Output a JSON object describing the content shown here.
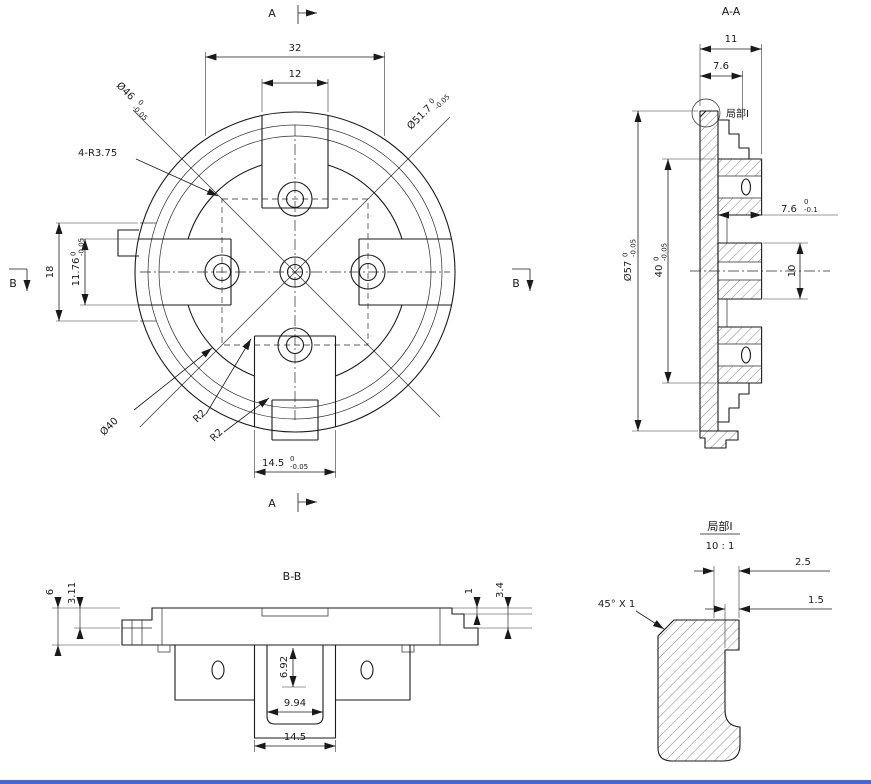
{
  "page": {
    "bottom_bar_color": "#4668d6"
  },
  "front_view": {
    "marker_top": "A",
    "marker_bottom": "A",
    "marker_left": "B",
    "marker_right": "B",
    "dim_32": "32",
    "dim_12": "12",
    "dia46": "Ø46",
    "dia46_tu": "0",
    "dia46_tl": "-0.05",
    "dia517": "Ø51.7",
    "dia517_tu": "0",
    "dia517_tl": "-0.05",
    "fillet_note": "4-R3.75",
    "dim_18": "18",
    "dim_1176": "11.76",
    "dim_1176_tu": "0",
    "dim_1176_tl": "-0.05",
    "dia40": "Ø40",
    "r2_first": "R2",
    "r2_second": "R2",
    "dim_145": "14.5",
    "dim_145_tu": "0",
    "dim_145_tl": "-0.05"
  },
  "section_aa": {
    "title": "A-A",
    "dim_11": "11",
    "dim_76": "7.6",
    "detail_label": "局部I",
    "dia57": "Ø57",
    "dia57_tu": "0",
    "dia57_tl": "-0.05",
    "dim_40": "40",
    "dim_40_tu": "0",
    "dim_40_tl": "-0.05",
    "dim_76r": "7.6",
    "dim_76r_tu": "0",
    "dim_76r_tl": "-0.1",
    "dim_10": "10"
  },
  "section_bb": {
    "title": "B-B",
    "dim_6": "6",
    "dim_311": "3.11",
    "dim_1": "1",
    "dim_34": "3.4",
    "dim_692": "6.92",
    "dim_994": "9.94",
    "dim_145": "14.5"
  },
  "detail_view": {
    "title": "局部I",
    "scale": "10 : 1",
    "dim_25": "2.5",
    "dim_15": "1.5",
    "chamfer_note": "45° X 1"
  }
}
